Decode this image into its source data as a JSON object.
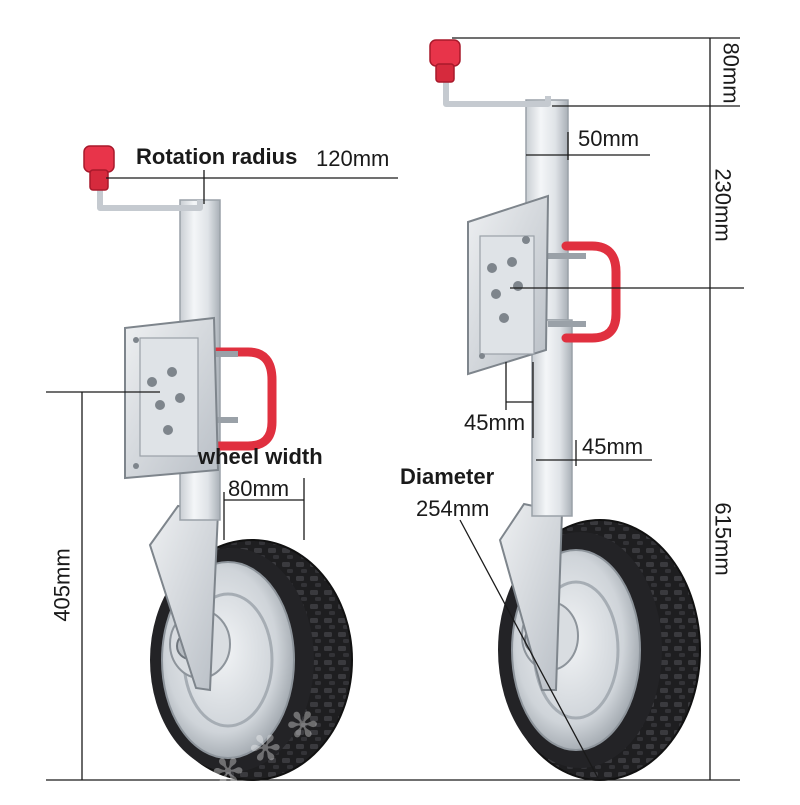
{
  "colors": {
    "metal_light": "#e9ecef",
    "metal_mid": "#c5cad0",
    "metal_dark": "#8d949b",
    "knob_red": "#e8344a",
    "handle_red": "#e0303f",
    "tyre": "#1e1e20",
    "rim": "#d4d8dc",
    "line": "#1a1a1a"
  },
  "left_jack": {
    "rotation_radius_label": "Rotation radius",
    "rotation_radius_value": "120mm",
    "wheel_width_label": "wheel width",
    "wheel_width_value": "80mm",
    "height_value": "405mm"
  },
  "right_jack": {
    "tube_top_value": "50mm",
    "tube_lower_value": "45mm",
    "clamp_width_value": "45mm",
    "diameter_label": "Diameter",
    "diameter_value": "254mm",
    "handle_height_value": "80mm",
    "upper_height_value": "230mm",
    "lower_height_value": "615mm"
  }
}
